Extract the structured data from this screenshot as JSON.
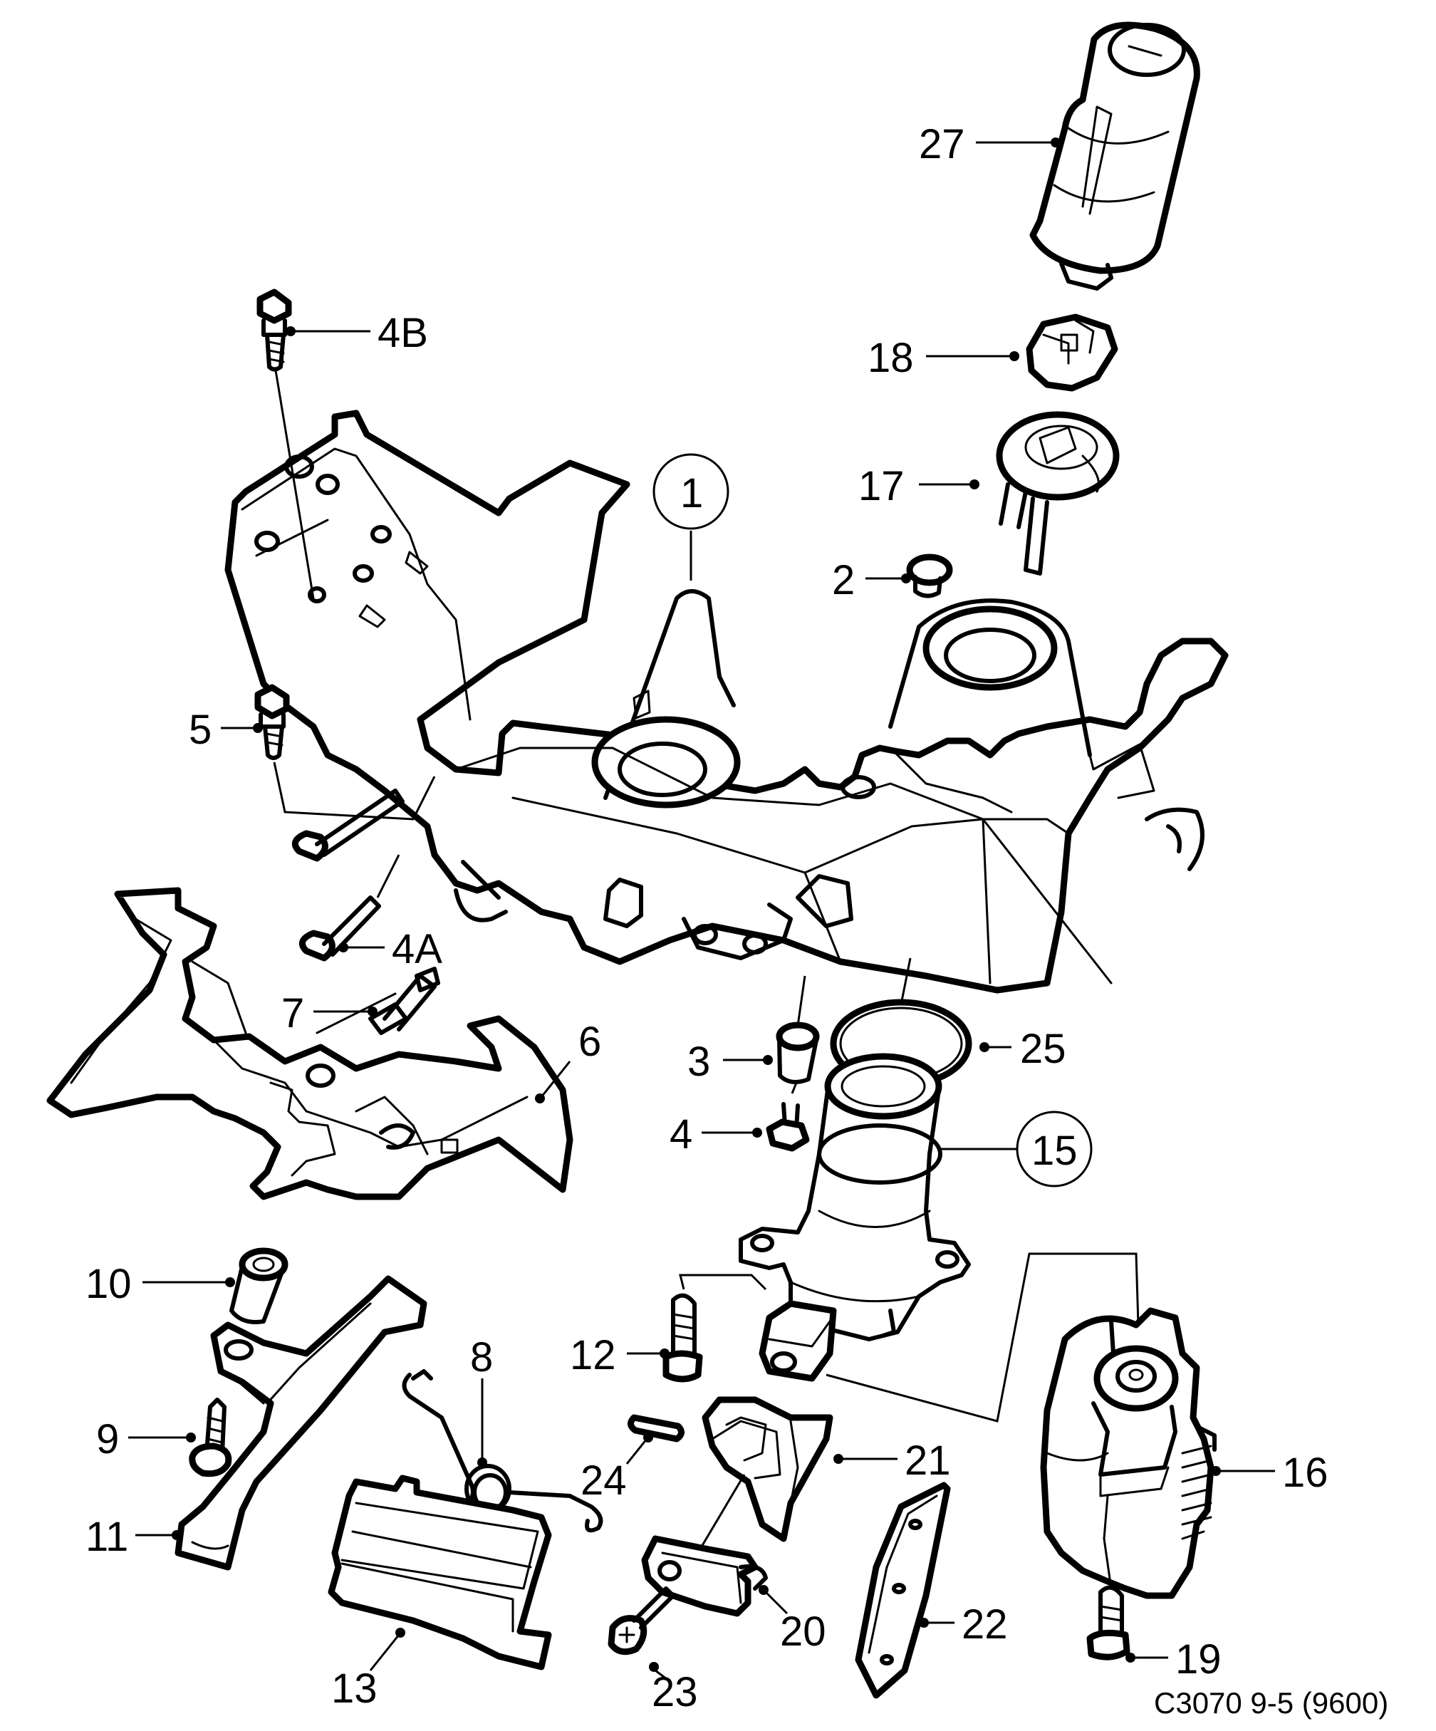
{
  "callouts": {
    "c27": "27",
    "c4B": "4B",
    "c18": "18",
    "c17": "17",
    "c1": "1",
    "c2": "2",
    "c5": "5",
    "c4A": "4A",
    "c7": "7",
    "c6": "6",
    "c3": "3",
    "c25": "25",
    "c4": "4",
    "c15": "15",
    "c10": "10",
    "c8": "8",
    "c12": "12",
    "c9": "9",
    "c24": "24",
    "c21": "21",
    "c16": "16",
    "c11": "11",
    "c22": "22",
    "c20": "20",
    "c19": "19",
    "c13": "13",
    "c23": "23"
  },
  "diagram_code": "C3070 9-5 (9600)"
}
